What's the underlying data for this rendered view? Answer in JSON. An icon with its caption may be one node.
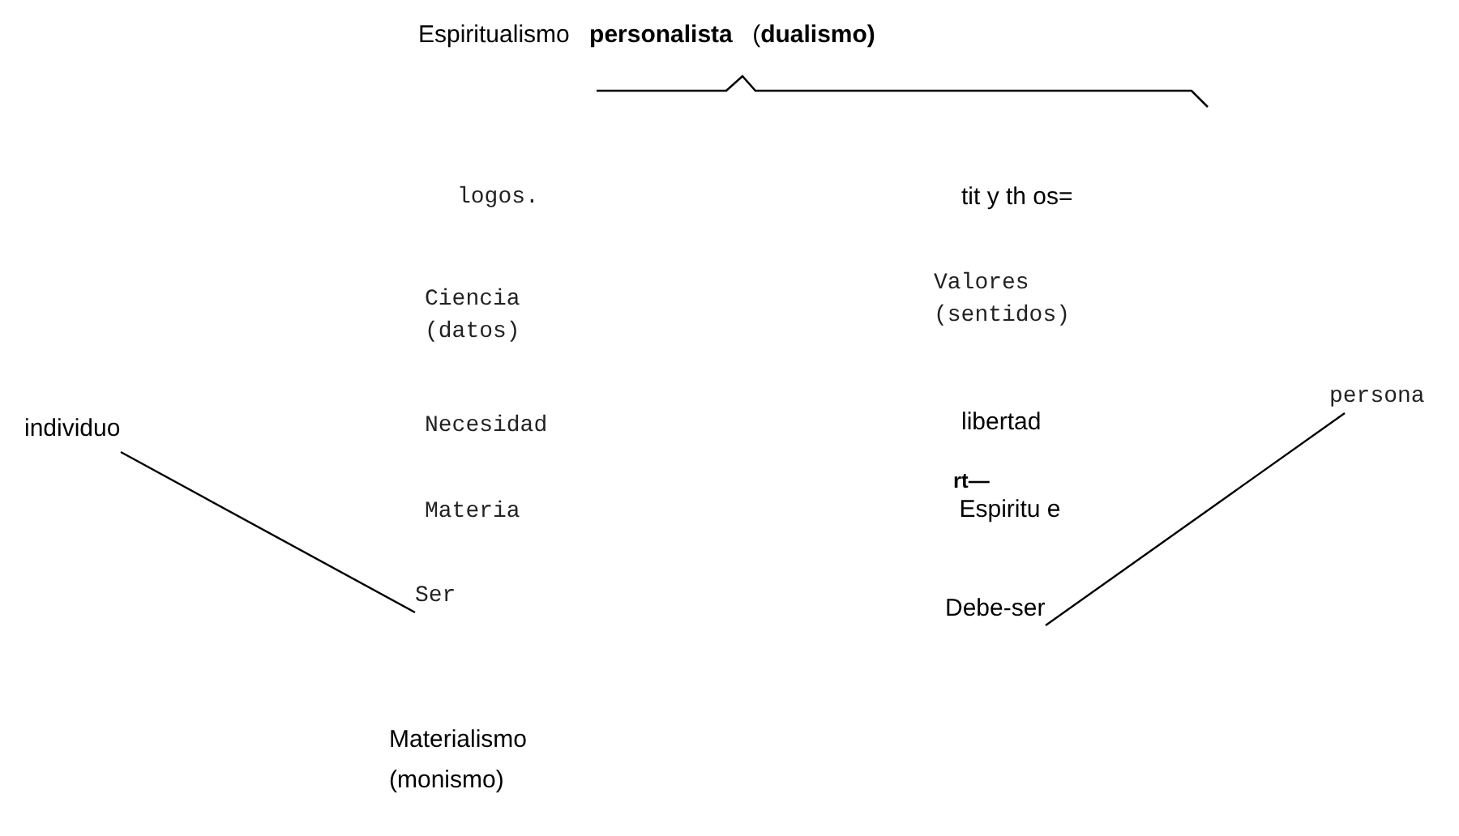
{
  "diagram": {
    "title": "Espiritualismo **personalista** (**dualismo)**",
    "caption": "Materialismo (monismo)",
    "nodes": [
      {
        "text": [
          "individuo"
        ]
      },
      {
        "text": [
          "logos."
        ]
      },
      {
        "text": [
          "Ciencia (datos)"
        ]
      },
      {
        "text": [
          "Necesidad"
        ]
      },
      {
        "text": [
          "Materia"
        ]
      },
      {
        "text": [
          "Ser"
        ]
      },
      {
        "text": [
          "tit y th os="
        ]
      },
      {
        "text": [
          "Valores (sentidos)"
        ]
      },
      {
        "text": [
          "libertad"
        ]
      },
      {
        "text": [
          "Espiritu e"
        ]
      },
      {
        "text": [
          "Debe-ser"
        ]
      },
      {
        "text": [
          "persona"
        ]
      }
    ],
    "edges": [
      {
        "from": 0,
        "to": 5,
        "arrow": "none"
      },
      {
        "from": 11,
        "to": 10,
        "arrow": "none"
      }
    ],
    "labels": [
      "rt—"
    ]
  }
}
